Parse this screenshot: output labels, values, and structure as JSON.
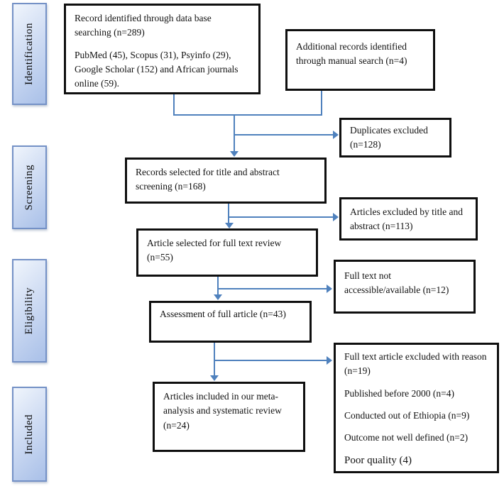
{
  "colors": {
    "connector_blue": "#4f81bd",
    "box_border": "#0f0f0f",
    "stage_border": "#7491c6",
    "stage_grad_start": "#f0f5fc",
    "stage_grad_end": "#a9c0e8"
  },
  "stages": [
    {
      "label": "Identification"
    },
    {
      "label": "Screening"
    },
    {
      "label": "Eligibility"
    },
    {
      "label": "Included"
    }
  ],
  "boxes": {
    "database_search": {
      "para1": "Record identified through data base searching (n=289)",
      "para2": "PubMed (45), Scopus (31), Psyinfo (29), Google Scholar (152) and African journals online (59)."
    },
    "manual_search": {
      "text": "Additional records identified through manual search (n=4)"
    },
    "duplicates_excluded": {
      "text": "Duplicates excluded (n=128)"
    },
    "title_abstract_screening": {
      "text": "Records selected for title and abstract screening (n=168)"
    },
    "excluded_title_abstract": {
      "text": "Articles excluded by title and abstract (n=113)"
    },
    "full_text_review": {
      "text": "Article selected for full text review (n=55)"
    },
    "full_text_not_accessible": {
      "text": "Full text not accessible/available (n=12)"
    },
    "full_article_assessment": {
      "text": "Assessment of full article (n=43)"
    },
    "included_studies": {
      "text": "Articles included in our meta-analysis and systematic review (n=24)"
    },
    "excluded_with_reason": {
      "lines": [
        "Full text article excluded with reason (n=19)",
        "Published before 2000 (n=4)",
        "Conducted out of Ethiopia (n=9)",
        "Outcome not well defined (n=2)",
        "Poor quality (4)"
      ]
    }
  }
}
